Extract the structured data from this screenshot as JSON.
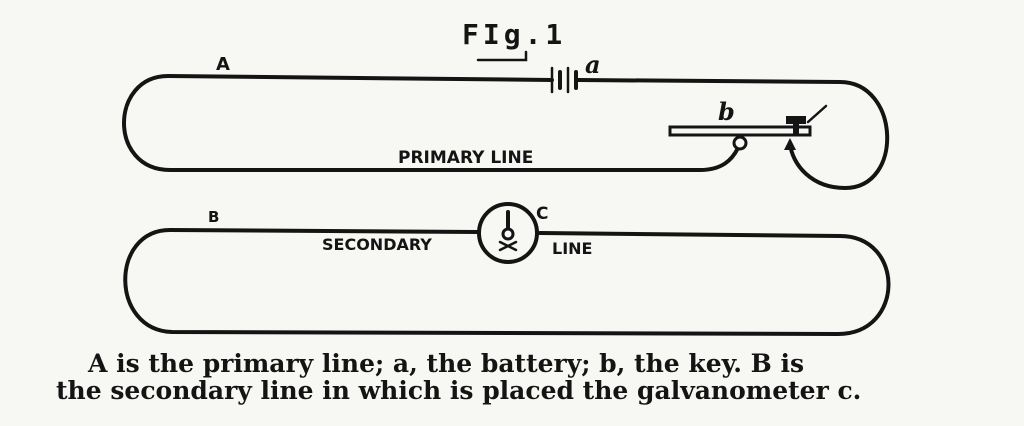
{
  "figure": {
    "title": "FIg.1",
    "labels": {
      "primary_A": "A",
      "battery_a": "a",
      "key_b": "b",
      "primary_line": "PRIMARY LINE",
      "secondary_B": "B",
      "galvanometer_c": "C",
      "secondary_left": "SECONDARY",
      "secondary_right": "LINE"
    }
  },
  "caption": {
    "line1": "A is the primary line; a, the battery; b, the key.  B is",
    "line2": "the secondary line in which is placed the galvanometer c."
  }
}
